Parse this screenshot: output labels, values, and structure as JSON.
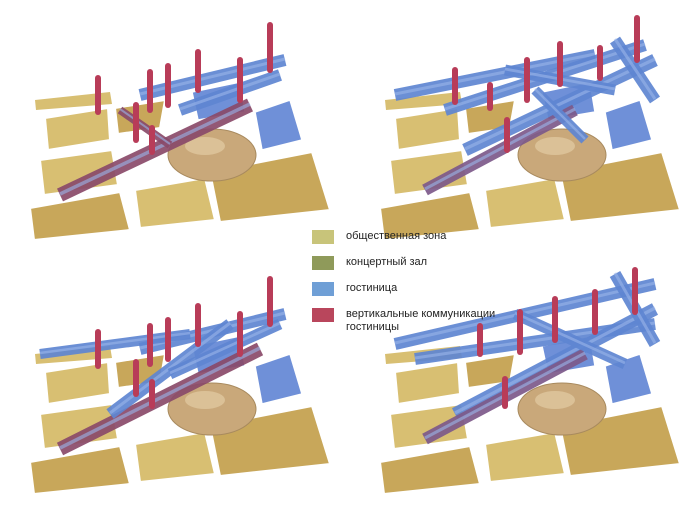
{
  "legend": [
    {
      "label": "общественная зона",
      "color": "#c8c47a"
    },
    {
      "label": "концертный зал",
      "color": "#8f9a5a"
    },
    {
      "label": "гостиница",
      "color": "#6f9fd6"
    },
    {
      "label": "вертикальные коммуникации гостиницы",
      "color": "#b9465c"
    }
  ],
  "colors": {
    "ground_block": "#c8a75a",
    "ground_block_light": "#d8bf72",
    "hall_dome": "#c9a87a",
    "hotel_beam": "#5f86d2",
    "hotel_block": "#6f90d8",
    "core": "#b83c58"
  }
}
